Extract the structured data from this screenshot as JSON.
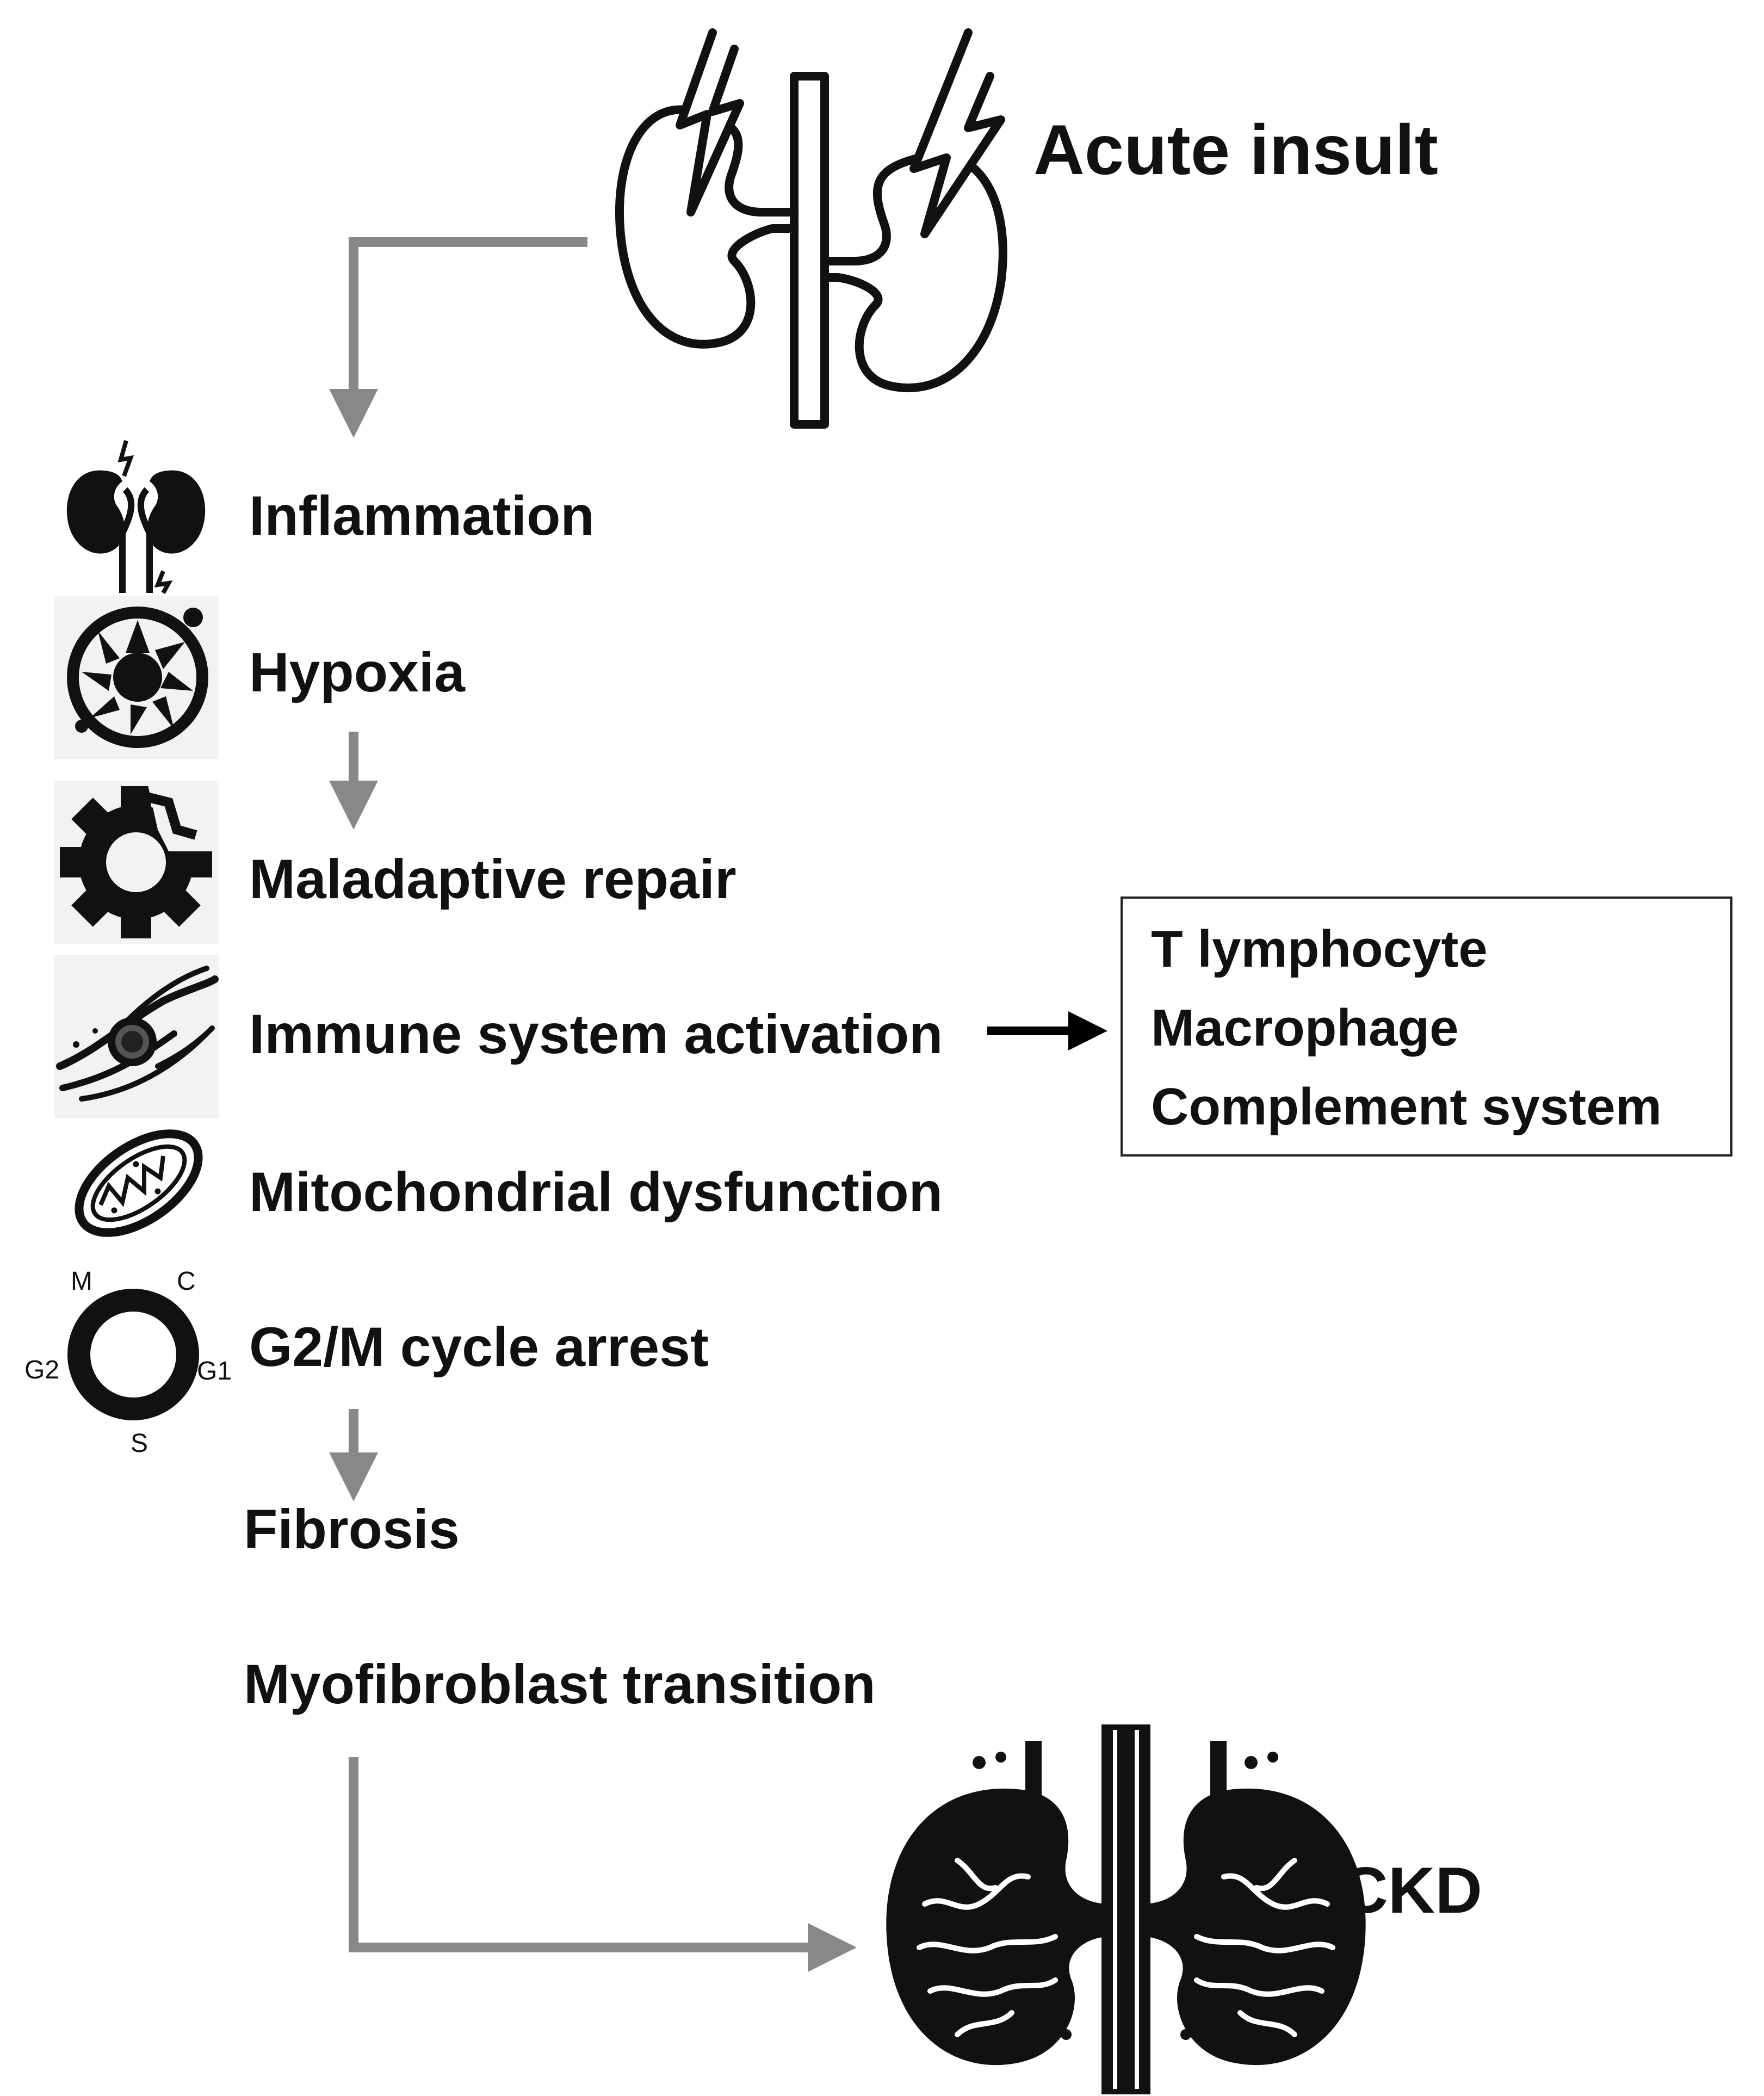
{
  "insult": {
    "label": "Acute insult"
  },
  "steps": [
    {
      "id": "inflammation",
      "label": "Inflammation",
      "icon": "kidney-bolt-icon"
    },
    {
      "id": "hypoxia",
      "label": "Hypoxia",
      "icon": "cell-icon"
    },
    {
      "id": "maladaptive",
      "label": "Maladaptive repair",
      "icon": "broken-gear-icon"
    },
    {
      "id": "immune",
      "label": "Immune system activation",
      "icon": "immune-cell-icon"
    },
    {
      "id": "mito",
      "label": "Mitochondrial dysfunction",
      "icon": "mitochondria-icon"
    },
    {
      "id": "g2m",
      "label": "G2/M cycle arrest",
      "icon": "cell-cycle-icon"
    },
    {
      "id": "fibrosis",
      "label": "Fibrosis"
    },
    {
      "id": "myo",
      "label": "Myofibroblast transition"
    }
  ],
  "cycle_labels": {
    "m": "M",
    "c": "C",
    "g2": "G2",
    "g1": "G1",
    "s": "S"
  },
  "immune_box": {
    "items": [
      "T lymphocyte",
      "Macrophage",
      "Complement system"
    ]
  },
  "outcome": {
    "label": "CKD"
  },
  "colors": {
    "gray_arrow": "#888888",
    "black_arrow": "#000000",
    "ink": "#111111"
  }
}
